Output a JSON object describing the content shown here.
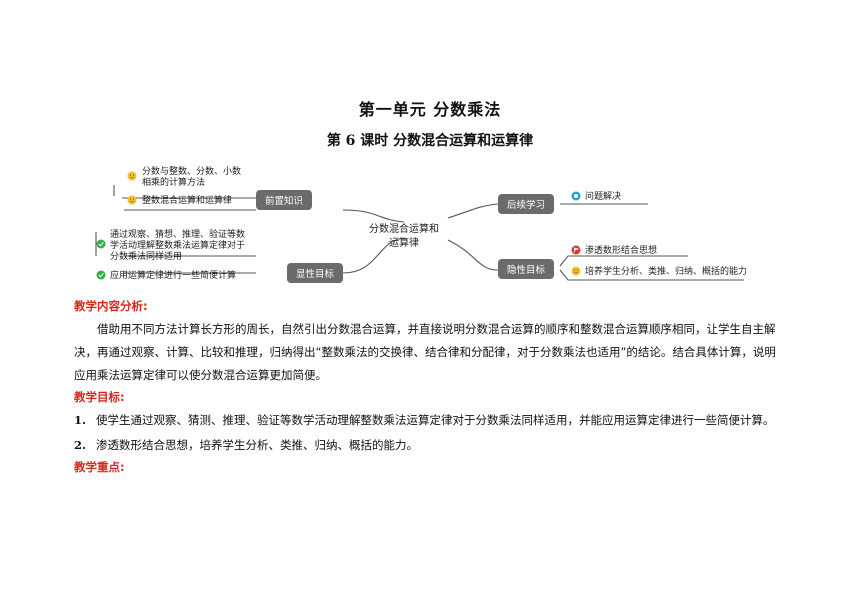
{
  "doc": {
    "title": "第一单元  分数乘法",
    "subtitle": "第 6 课时  分数混合运算和运算律"
  },
  "mindmap": {
    "center": [
      "分数混合运算和",
      "运算律"
    ],
    "left": [
      {
        "label": "前置知识",
        "color": "#6b6b6b",
        "items": [
          {
            "icon": "smile-icon",
            "lines": [
              "分数与整数、分数、小数",
              "相乘的计算方法"
            ]
          },
          {
            "icon": "smile-icon",
            "lines": [
              "整数混合运算和运算律"
            ]
          }
        ]
      },
      {
        "label": "显性目标",
        "color": "#6b6b6b",
        "items": [
          {
            "icon": "check-icon",
            "lines": [
              "通过观察、猜想、推理、验证等数",
              "学活动理解整数乘法运算定律对于",
              "分数乘法同样适用"
            ]
          },
          {
            "icon": "check-icon",
            "lines": [
              "应用运算定律进行一些简便计算"
            ]
          }
        ]
      }
    ],
    "right": [
      {
        "label": "后续学习",
        "color": "#6b6b6b",
        "items": [
          {
            "icon": "target-icon",
            "lines": [
              "问题解决"
            ]
          }
        ]
      },
      {
        "label": "隐性目标",
        "color": "#6b6b6b",
        "items": [
          {
            "icon": "flag-icon",
            "lines": [
              "渗透数形结合思想"
            ]
          },
          {
            "icon": "smile-icon",
            "lines": [
              "培养学生分析、类推、归纳、概括的能力"
            ]
          }
        ]
      }
    ]
  },
  "sections": {
    "analysis_heading": "教学内容分析:",
    "analysis_text": "借助用不同方法计算长方形的周长，自然引出分数混合运算，并直接说明分数混合运算的顺序和整数混合运算顺序相同，让学生自主解决，再通过观察、计算、比较和推理，归纳得出“整数乘法的交换律、结合律和分配律，对于分数乘法也适用”的结论。结合具体计算，说明应用乘法运算定律可以使分数混合运算更加简便。",
    "goals_heading": "教学目标:",
    "goals": [
      {
        "num": "1.",
        "text": "使学生通过观察、猜测、推理、验证等数学活动理解整数乘法运算定律对于分数乘法同样适用，并能应用运算定律进行一些简便计算。"
      },
      {
        "num": "2.",
        "text": "渗透数形结合思想，培养学生分析、类推、归纳、概括的能力。"
      }
    ],
    "focus_heading": "教学重点:"
  },
  "colors": {
    "heading_red": "#d8261c",
    "box_gray": "#6b6b6b",
    "smile_yellow": "#f2c12e",
    "check_green": "#35b04a",
    "target_teal": "#1ea7c8",
    "flag_red": "#d9382c"
  }
}
